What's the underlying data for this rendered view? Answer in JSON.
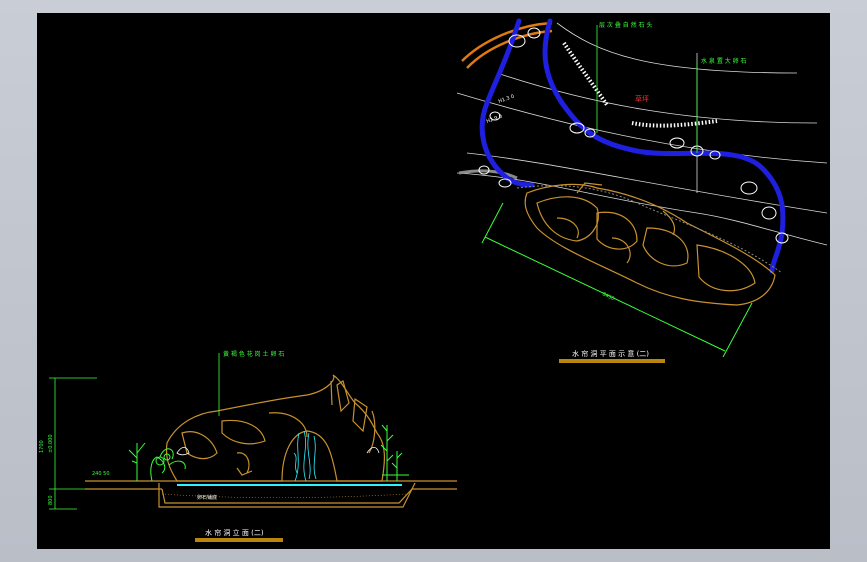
{
  "colors": {
    "background": "#000000",
    "frame": "#c7ccd4",
    "rock": "#c8912f",
    "water": "#1f1fe0",
    "label": "#39ff3a",
    "orange_path": "#e07a10",
    "title_bar": "#b8860b",
    "annotation_red": "#ff3030",
    "cyan_water": "#2ff0ff"
  },
  "plan_view": {
    "title": "水 帘 洞 平 面 示 意 (二)",
    "label_top": "层 次 叠 自 然 石 头",
    "label_right": "水 泉 置 大 卵 石",
    "label_center": "草坪",
    "dim_diagonal": "8450",
    "small_marks": [
      "H1.3 0",
      "H2.9 0"
    ]
  },
  "elevation_view": {
    "title": "水 帘 洞 立 面 (二)",
    "label_top": "黄 褐 色 花 岗 土 卵 石",
    "label_basin": "卵石铺底",
    "dim_left_upper": "1700",
    "dim_left_total": "±0.000",
    "dim_left_lower": "800",
    "dim_small": "240 50"
  }
}
